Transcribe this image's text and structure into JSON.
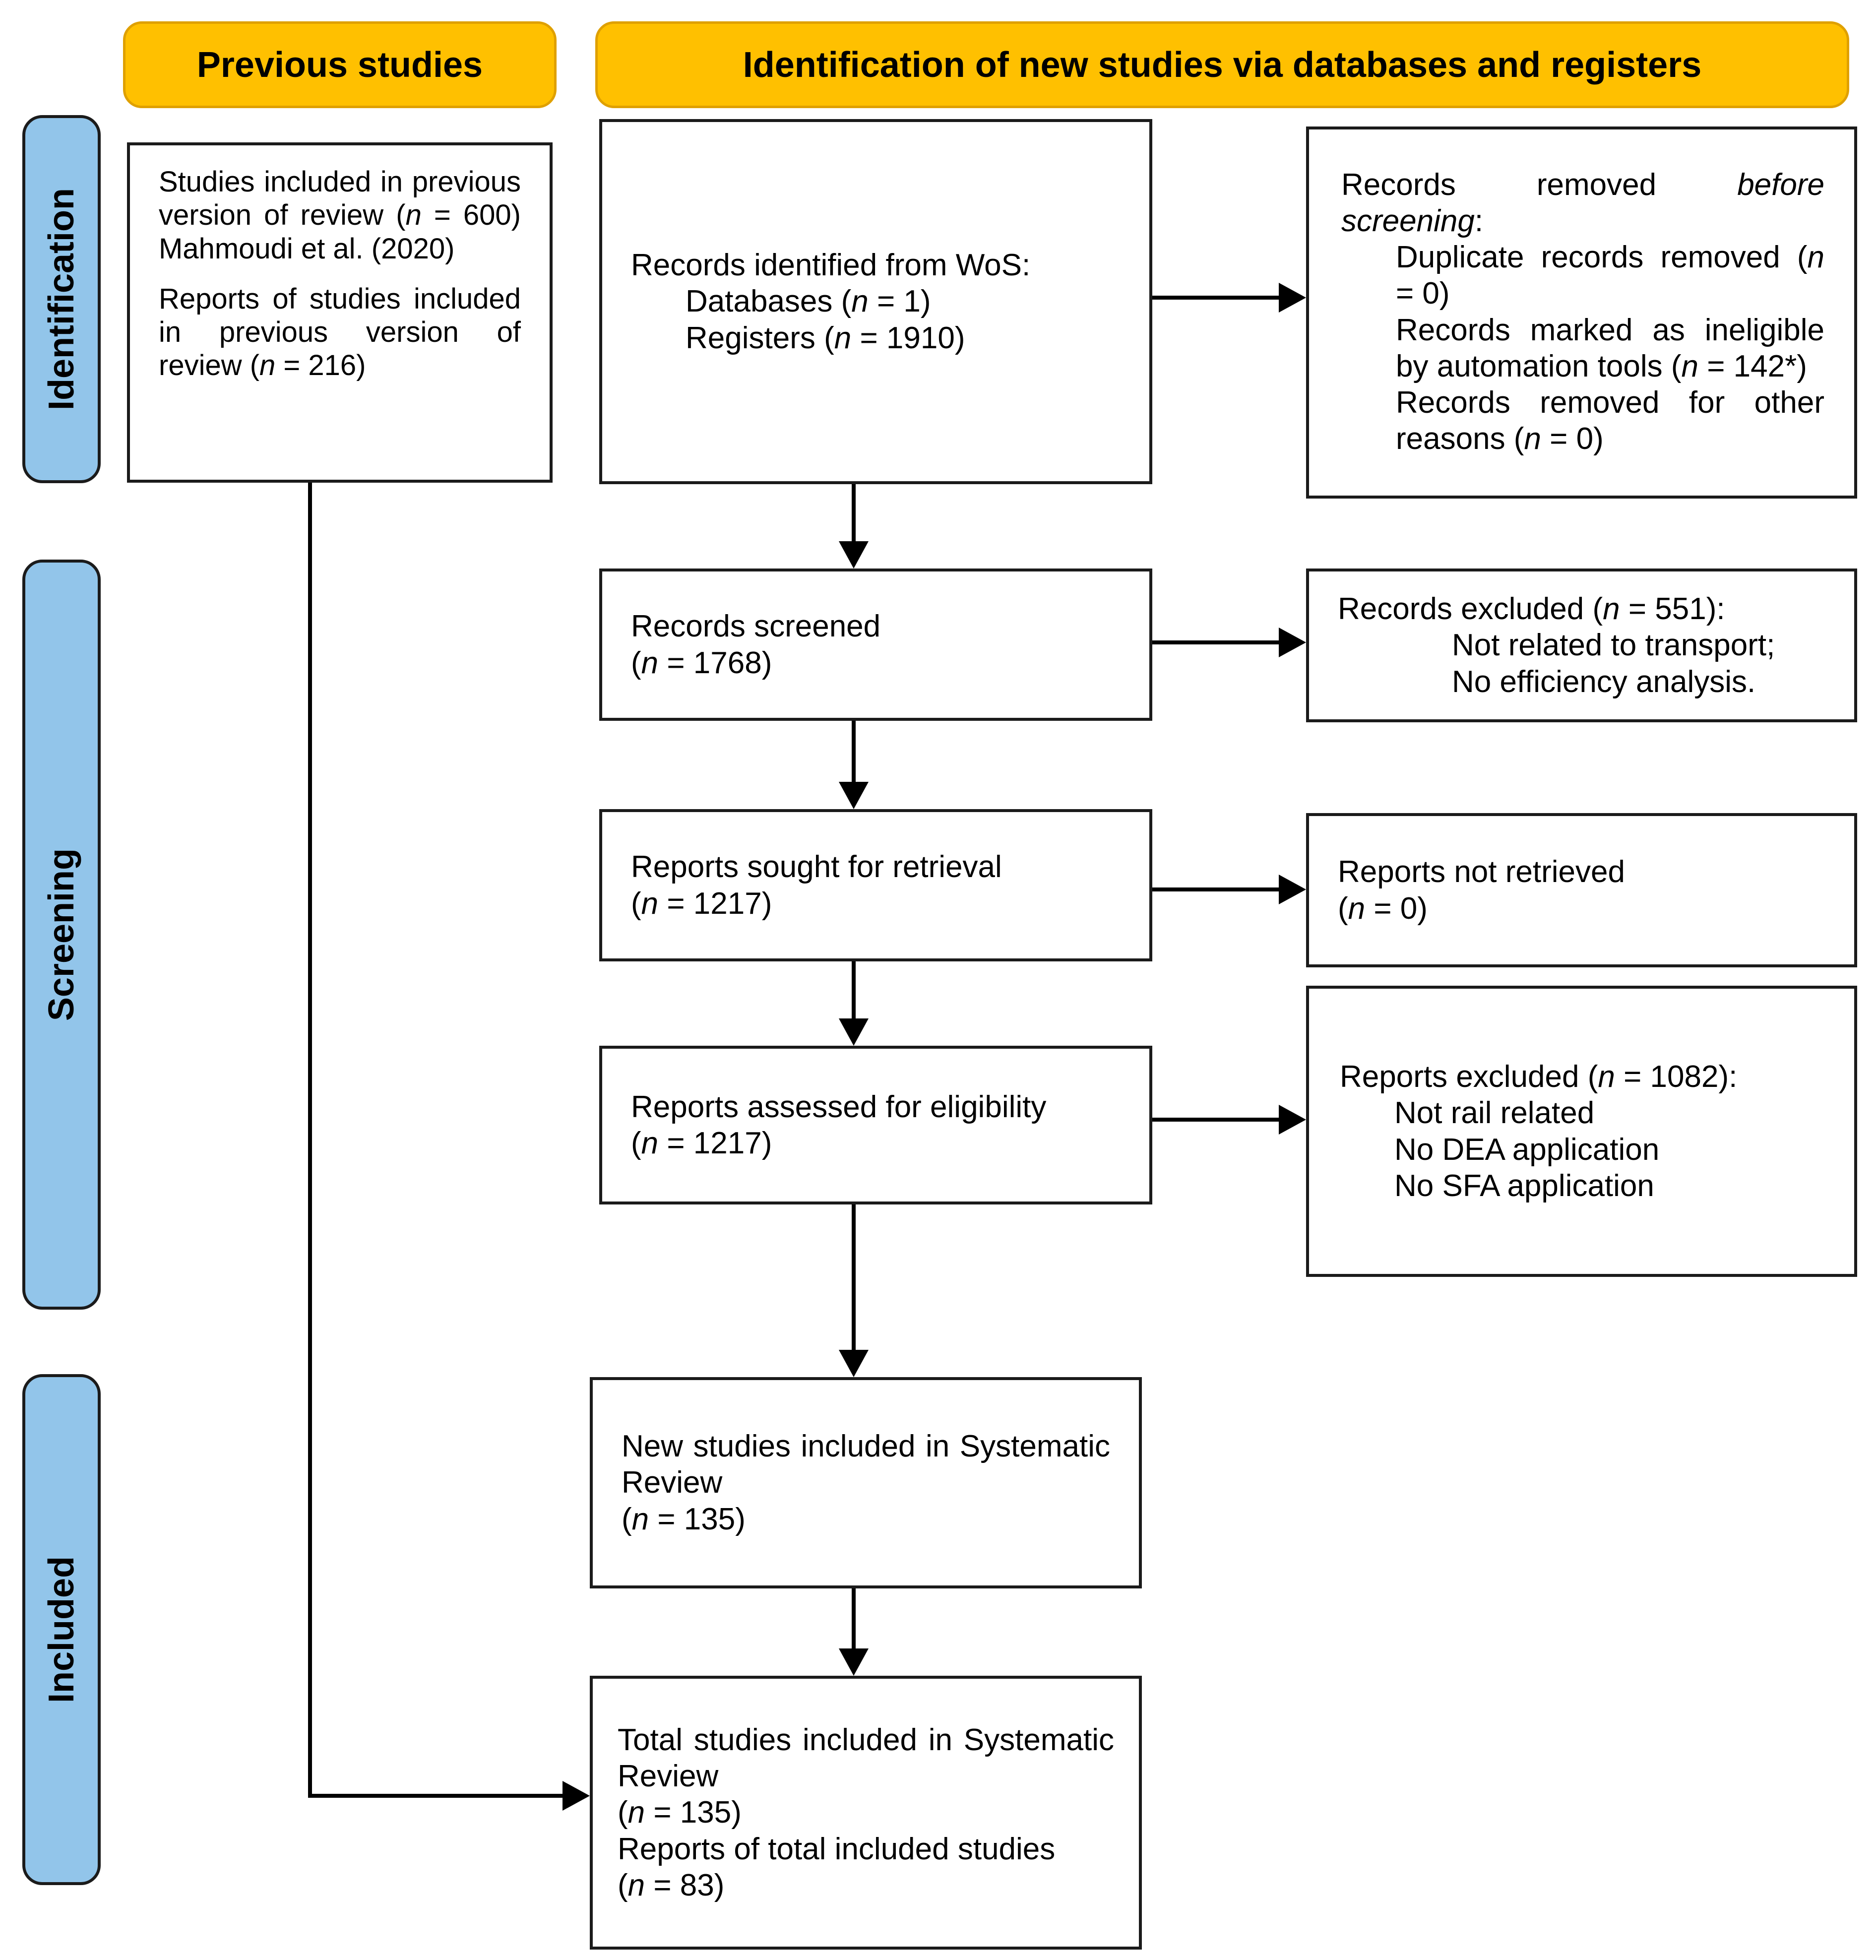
{
  "title": "PRISMA 2020 flow diagram",
  "colors": {
    "header_bg": "#FFC000",
    "header_border": "#DFA000",
    "sidebar_bg": "#92C5EA",
    "sidebar_border": "#1B1B1B",
    "box_border": "#1B1B1B",
    "arrow": "#000000",
    "text": "#000000"
  },
  "headers": {
    "previous": "Previous studies",
    "new": "Identification of new studies via databases and registers"
  },
  "sidebar": {
    "identification": "Identification",
    "screening": "Screening",
    "included": "Included"
  },
  "boxes": {
    "previous_studies": {
      "para1": "Studies included in previous version of review (<i>n</i> = 600) Mahmoudi et al. (2020)",
      "para2": "Reports of studies included in previous version of review (<i>n</i> = 216)"
    },
    "records_identified": {
      "line1": "Records identified from WoS:",
      "line2": "Databases (<i>n</i> = 1)",
      "line3": "Registers (<i>n</i> = 1910)"
    },
    "records_removed": {
      "line1": "Records removed <i>before screening</i>:",
      "item1": "Duplicate records removed (<i>n</i> = 0)",
      "item2": "Records marked as ineligible by automation tools (<i>n</i> = 142*)",
      "item3": "Records removed for other reasons (<i>n</i> = 0)"
    },
    "records_screened": {
      "line1": "Records screened",
      "line2": "(<i>n</i> = 1768)"
    },
    "records_excluded": {
      "line1": "Records excluded (<i>n</i> = 551):",
      "item1": "Not related to transport;",
      "item2": "No efficiency analysis."
    },
    "reports_sought": {
      "line1": "Reports sought for retrieval",
      "line2": "(<i>n</i> = 1217)"
    },
    "reports_not_retrieved": {
      "line1": "Reports not retrieved",
      "line2": "(<i>n</i> = 0)"
    },
    "reports_assessed": {
      "line1": "Reports assessed for eligibility",
      "line2": "(<i>n</i> = 1217)"
    },
    "reports_excluded": {
      "line1": "Reports excluded (<i>n</i> = 1082):",
      "item1": "Not rail related",
      "item2": "No DEA application",
      "item3": "No SFA application"
    },
    "new_studies": {
      "para": "New studies included in Systematic Review",
      "count": "(<i>n</i> = 135)"
    },
    "total_studies": {
      "para": "Total studies included in Systematic Review",
      "count1": "(<i>n</i> = 135)",
      "line3": "Reports of total included studies",
      "count2": "(<i>n</i> = 83)"
    }
  }
}
